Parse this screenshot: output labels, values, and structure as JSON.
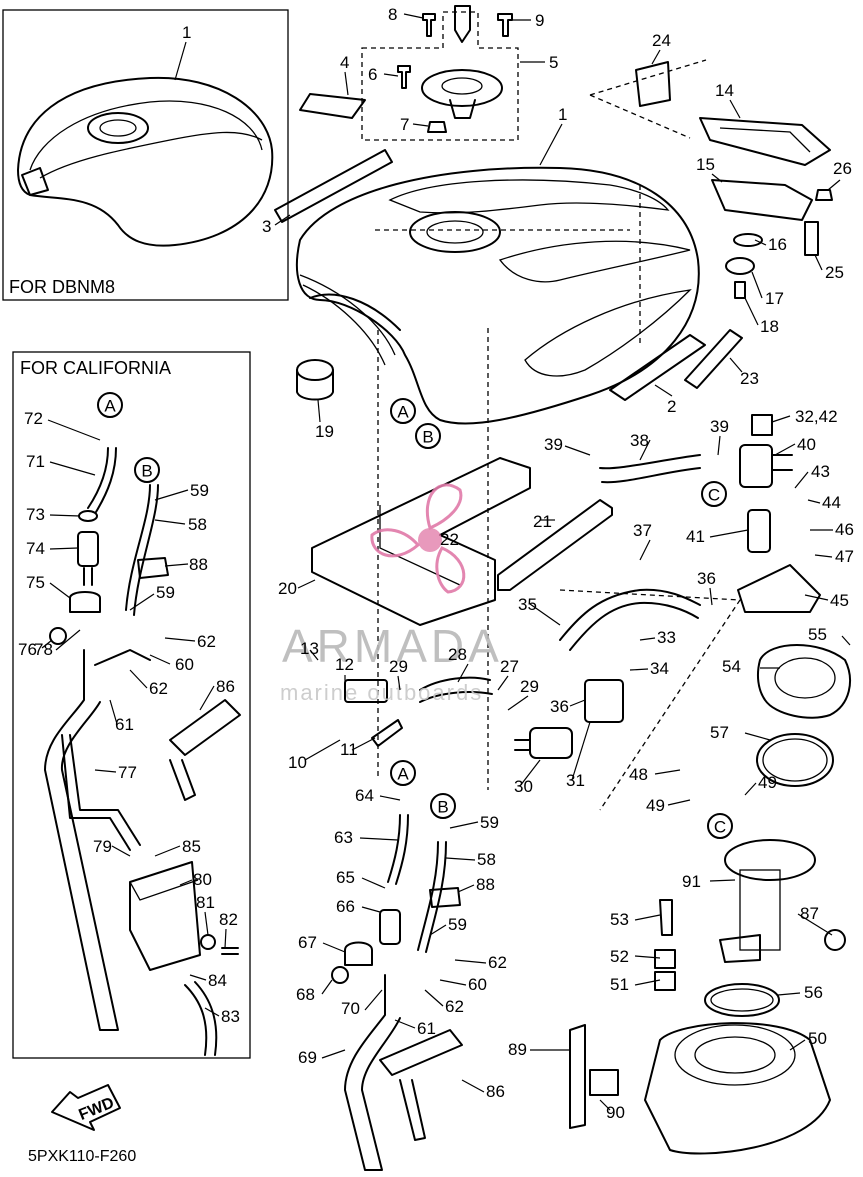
{
  "insets": {
    "dbnm8_label": "FOR DBNM8",
    "california_label": "FOR CALIFORNIA"
  },
  "callouts": {
    "a": "A",
    "b": "B",
    "c": "C"
  },
  "part_numbers": {
    "p1": "1",
    "p2": "2",
    "p3": "3",
    "p4": "4",
    "p5": "5",
    "p6": "6",
    "p7": "7",
    "p8": "8",
    "p9": "9",
    "p10": "10",
    "p11": "11",
    "p12": "12",
    "p13": "13",
    "p14": "14",
    "p15": "15",
    "p16": "16",
    "p17": "17",
    "p18": "18",
    "p19": "19",
    "p20": "20",
    "p21": "21",
    "p22": "22",
    "p23": "23",
    "p24": "24",
    "p25": "25",
    "p26": "26",
    "p27": "27",
    "p28": "28",
    "p29": "29",
    "p30": "30",
    "p31": "31",
    "p32_42": "32,42",
    "p33": "33",
    "p34": "34",
    "p35": "35",
    "p36": "36",
    "p37": "37",
    "p38": "38",
    "p39": "39",
    "p40": "40",
    "p41": "41",
    "p43": "43",
    "p44": "44",
    "p45": "45",
    "p46": "46",
    "p47": "47",
    "p48": "48",
    "p49": "49",
    "p50": "50",
    "p51": "51",
    "p52": "52",
    "p53": "53",
    "p54": "54",
    "p55": "55",
    "p56": "56",
    "p57": "57",
    "p58": "58",
    "p59": "59",
    "p60": "60",
    "p61": "61",
    "p62": "62",
    "p63": "63",
    "p64": "64",
    "p65": "65",
    "p66": "66",
    "p67": "67",
    "p68": "68",
    "p69": "69",
    "p70": "70",
    "p71": "71",
    "p72": "72",
    "p73": "73",
    "p74": "74",
    "p75": "75",
    "p76": "76",
    "p77": "77",
    "p78": "78",
    "p79": "79",
    "p80": "80",
    "p81": "81",
    "p82": "82",
    "p83": "83",
    "p84": "84",
    "p85": "85",
    "p86": "86",
    "p87": "87",
    "p88": "88",
    "p89": "89",
    "p90": "90",
    "p91": "91"
  },
  "fwd_arrow_label": "FWD",
  "diagram_code": "5PXK110-F260",
  "watermark": {
    "brand": "ARMADA",
    "tagline": "marine outboards"
  },
  "colors": {
    "line": "#000000",
    "watermark_text": "#b9b9b9",
    "watermark_logo": "#e07aa8"
  }
}
